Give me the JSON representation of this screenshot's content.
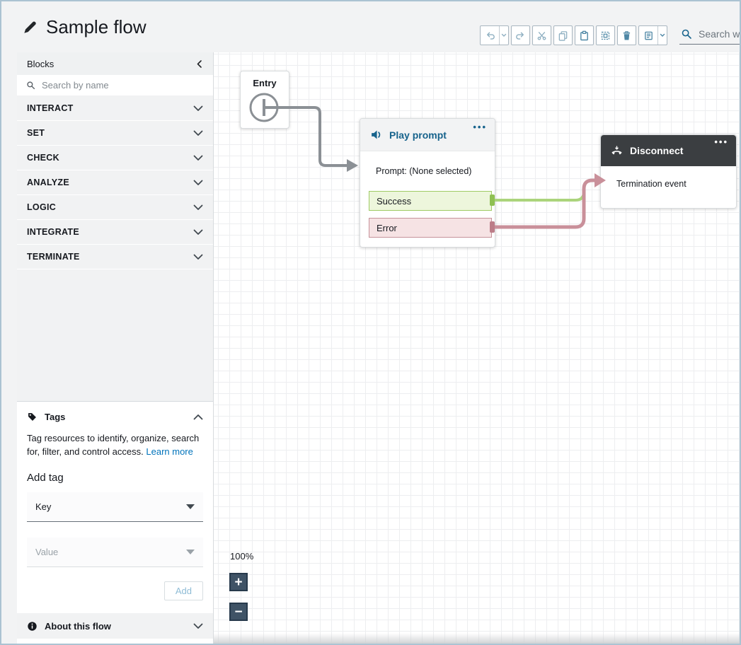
{
  "window": {
    "title": "Sample flow"
  },
  "toolbar": {
    "search_placeholder": "Search within",
    "buttons": [
      {
        "label": "undo",
        "icon": "undo-arrow-icon"
      },
      {
        "label": "undo-menu",
        "icon": "chevron-down-icon"
      },
      {
        "label": "redo",
        "icon": "redo-arrow-icon"
      },
      {
        "label": "cut",
        "icon": "scissors-icon"
      },
      {
        "label": "copy",
        "icon": "copy-icon"
      },
      {
        "label": "paste",
        "icon": "clipboard-icon"
      },
      {
        "label": "select-all",
        "icon": "select-all-icon"
      },
      {
        "label": "delete",
        "icon": "trash-icon"
      },
      {
        "label": "annotations",
        "icon": "notes-icon"
      },
      {
        "label": "annotations-menu",
        "icon": "chevron-down-icon"
      }
    ]
  },
  "sidebar": {
    "blocks": {
      "title": "Blocks",
      "search_placeholder": "Search by name",
      "sections": [
        {
          "label": "INTERACT"
        },
        {
          "label": "SET"
        },
        {
          "label": "CHECK"
        },
        {
          "label": "ANALYZE"
        },
        {
          "label": "LOGIC"
        },
        {
          "label": "INTEGRATE"
        },
        {
          "label": "TERMINATE"
        }
      ]
    },
    "tags": {
      "title": "Tags",
      "description": "Tag resources to identify, organize, search for, filter, and control access.",
      "learn_more": "Learn more",
      "add_tag_heading": "Add tag",
      "key_placeholder": "Key",
      "value_placeholder": "Value",
      "add_button": "Add"
    },
    "about": {
      "title": "About this flow"
    }
  },
  "canvas": {
    "zoom_level": "100%",
    "zoom_in": "+",
    "zoom_out": "−",
    "menu_dots": "•••",
    "entry": {
      "title": "Entry"
    },
    "play_prompt": {
      "title": "Play prompt",
      "prompt_text": "Prompt: (None selected)",
      "outputs": [
        {
          "label": "Success"
        },
        {
          "label": "Error"
        }
      ]
    },
    "disconnect": {
      "title": "Disconnect",
      "event_label": "Termination event"
    }
  },
  "colors": {
    "accent_blue": "#17638c",
    "link_blue": "#0073bb",
    "success_green_border": "#9fcb64",
    "success_green_bg": "#edf6dc",
    "error_red_border": "#c6929a",
    "error_red_bg": "#f6e3e4",
    "wire_green": "#abd47c",
    "wire_pink": "#c9909a",
    "wire_gray": "#8b9095",
    "dark_block_header": "#3b3e41",
    "zoom_button_bg": "#3f5366"
  }
}
